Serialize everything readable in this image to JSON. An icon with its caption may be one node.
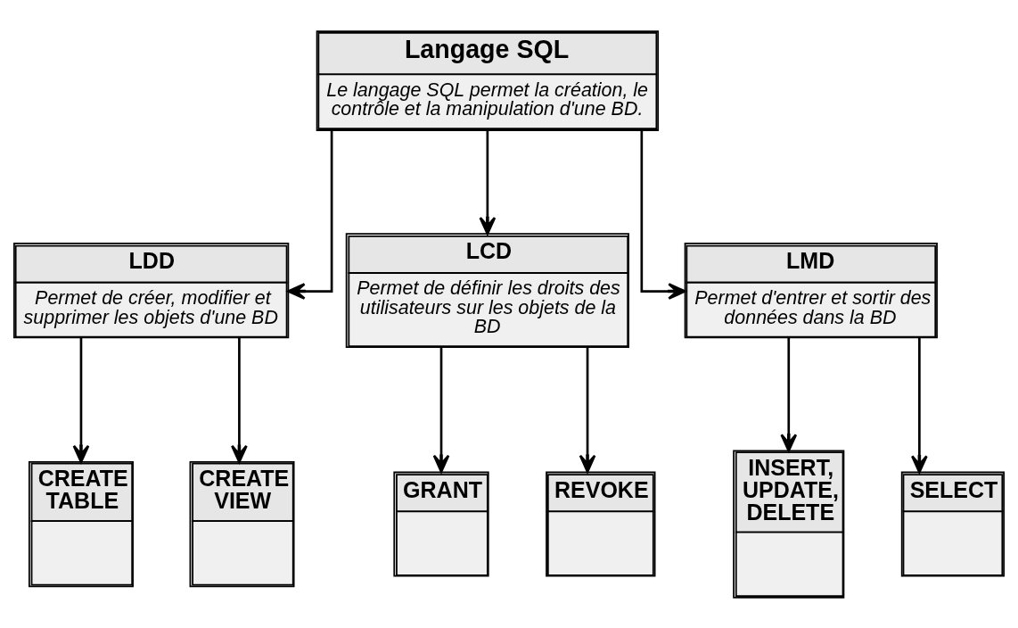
{
  "diagram": {
    "nodes": [
      {
        "text": [
          "Langage SQL",
          "Le langage SQL permet la création, le contrôle et la manipulation d'une BD."
        ]
      },
      {
        "text": [
          "LDD",
          "Permet de créer, modifier et supprimer les objets d'une BD"
        ]
      },
      {
        "text": [
          "LCD",
          "Permet de définir les droits des utilisateurs sur les objets de la BD"
        ]
      },
      {
        "text": [
          "LMD",
          "Permet d'entrer et sortir des données dans la BD"
        ]
      },
      {
        "text": [
          "CREATE TABLE"
        ]
      },
      {
        "text": [
          "CREATE VIEW"
        ]
      },
      {
        "text": [
          "GRANT"
        ]
      },
      {
        "text": [
          "REVOKE"
        ]
      },
      {
        "text": [
          "INSERT, UPDATE, DELETE"
        ]
      },
      {
        "text": [
          "SELECT"
        ]
      }
    ],
    "edges": [
      {
        "from": 0,
        "to": 1,
        "arrow": "to"
      },
      {
        "from": 0,
        "to": 2,
        "arrow": "to"
      },
      {
        "from": 0,
        "to": 3,
        "arrow": "to"
      },
      {
        "from": 1,
        "to": 4,
        "arrow": "to"
      },
      {
        "from": 1,
        "to": 5,
        "arrow": "to"
      },
      {
        "from": 2,
        "to": 6,
        "arrow": "to"
      },
      {
        "from": 2,
        "to": 7,
        "arrow": "to"
      },
      {
        "from": 3,
        "to": 8,
        "arrow": "to"
      },
      {
        "from": 3,
        "to": 9,
        "arrow": "to"
      }
    ]
  }
}
